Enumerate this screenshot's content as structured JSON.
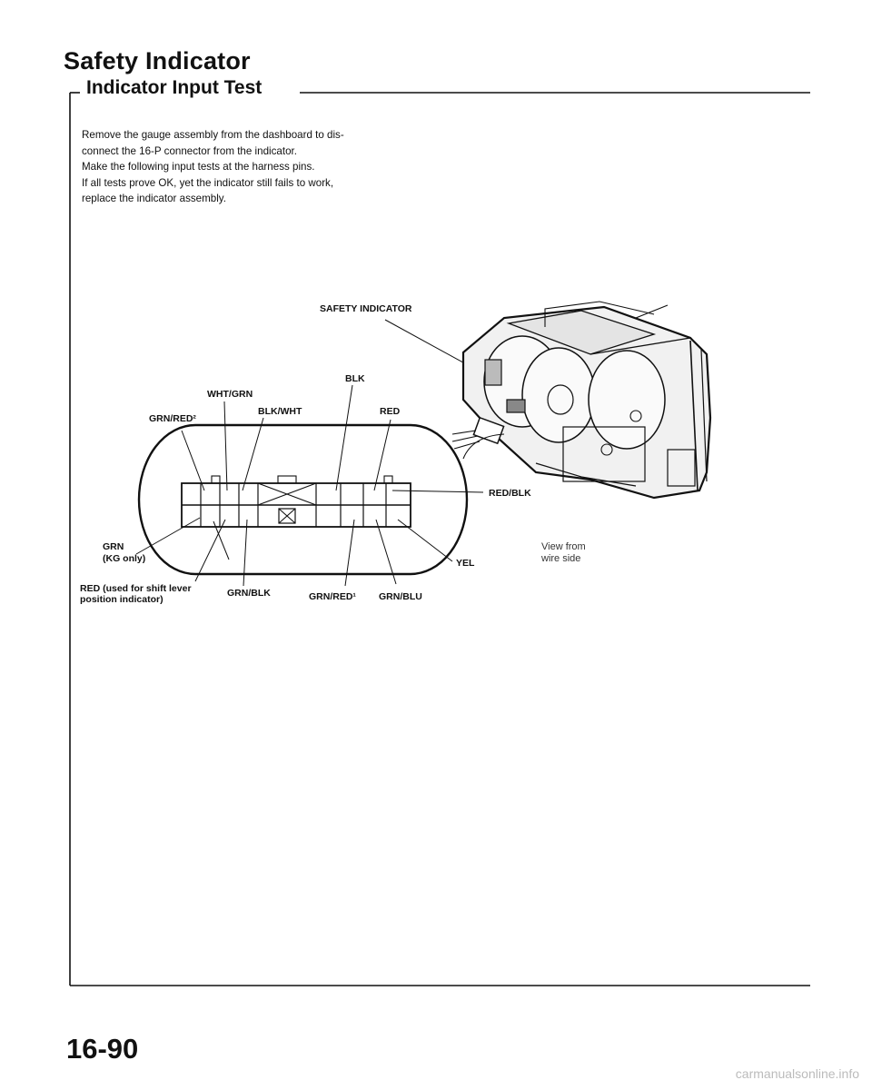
{
  "page": {
    "title": "Safety Indicator",
    "subtitle": "Indicator Input Test",
    "intro": [
      "Remove the gauge assembly from the dashboard to dis-",
      "connect the 16-P connector from the indicator.",
      "Make the following input tests at the harness pins.",
      "If all tests prove OK, yet the indicator still fails to work,",
      "replace the indicator assembly."
    ],
    "page_number": "16-90",
    "watermark": "carmanualsonline.info"
  },
  "diagram": {
    "safety_indicator_label": "SAFETY INDICATOR",
    "view_note": [
      "View from",
      "wire side"
    ],
    "wires": {
      "grn_red2": "GRN/RED²",
      "wht_grn": "WHT/GRN",
      "blk_wht": "BLK/WHT",
      "blk": "BLK",
      "red": "RED",
      "red_blk": "RED/BLK",
      "grn": "GRN",
      "grn_note": "(KG only)",
      "yel": "YEL",
      "red_shift": [
        "RED (used for shift lever",
        "position indicator)"
      ],
      "grn_blk": "GRN/BLK",
      "grn_red1": "GRN/RED¹",
      "grn_blu": "GRN/BLU"
    }
  }
}
